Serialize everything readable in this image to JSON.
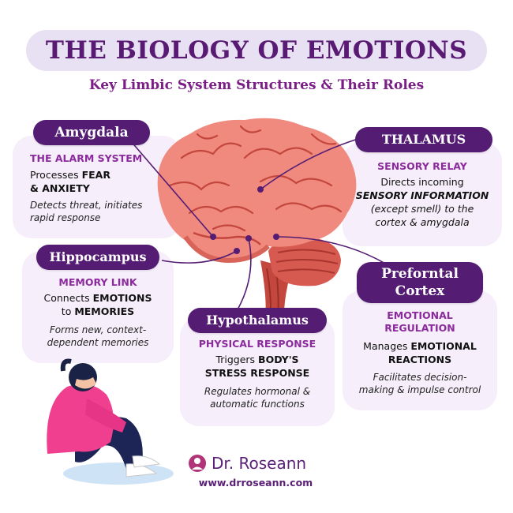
{
  "title": "THE BIOLOGY OF EMOTIONS",
  "subtitle": "Key Limbic System Structures & Their Roles",
  "amygdala": {
    "label": "Amygdala",
    "heading": "THE ALARM SYSTEM",
    "line1": "Processes ",
    "line1_bold": "FEAR",
    "line2_bold": "& ANXIETY",
    "desc1": "Detects threat, initiates",
    "desc2": "rapid response"
  },
  "thalamus": {
    "label": "THALAMUS",
    "heading": "SENSORY RELAY",
    "line1": "Directs incoming",
    "line2_bold": "SENSORY INFORMATION",
    "line3": "(except smell) to the",
    "line4": "cortex & amygdala"
  },
  "hippocampus": {
    "label": "Hippocampus",
    "heading": "MEMORY LINK",
    "line1": "Connects ",
    "line1_bold": "EMOTIONS",
    "line2": "to ",
    "line2_bold": "MEMORIES",
    "desc1": "Forms new, context-",
    "desc2": "dependent memories"
  },
  "hypothalamus": {
    "label": "Hypothalamus",
    "heading": "PHYSICAL RESPONSE",
    "line1": "Triggers ",
    "line1_bold": "BODY'S",
    "line2_bold": "STRESS RESPONSE",
    "desc1": "Regulates hormonal &",
    "desc2": "automatic functions"
  },
  "prefrontal": {
    "label1": "Preforntal",
    "label2": "Cortex",
    "heading1": "EMOTIONAL",
    "heading2": "REGULATION",
    "line1": "Manages ",
    "line1_bold": "EMOTIONAL",
    "line2_bold": "REACTIONS",
    "desc1": "Facilitates decision-",
    "desc2": "making & impulse control"
  },
  "brand": {
    "name": "Dr. Roseann",
    "website": "www.drroseann.com"
  },
  "colors": {
    "accent": "#541c72",
    "heading": "#8b2a9c",
    "card": "#f6effb",
    "brain": "#f08a7e"
  }
}
